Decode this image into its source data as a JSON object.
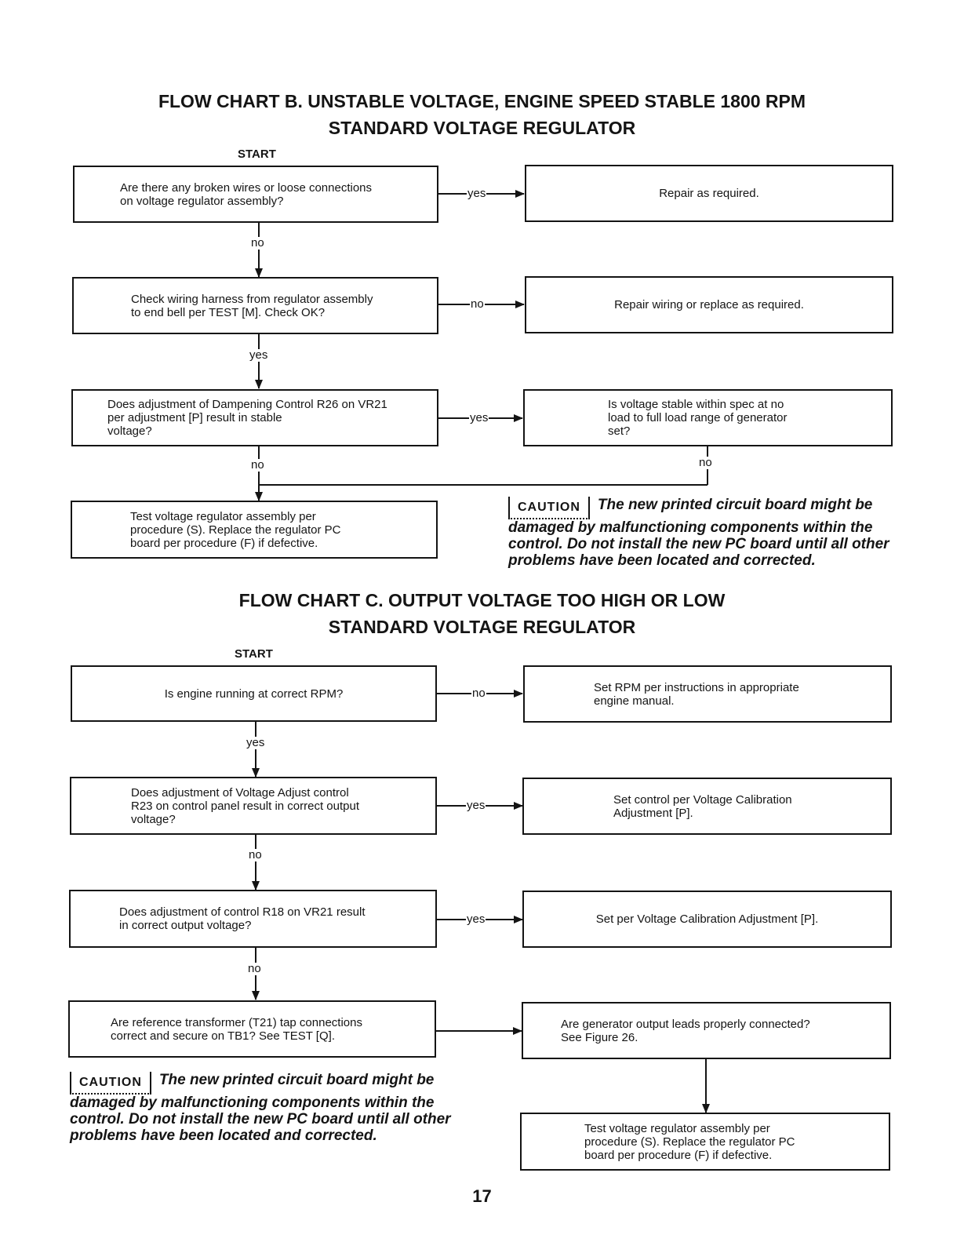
{
  "chart_b": {
    "title_line1": "FLOW CHART B. UNSTABLE VOLTAGE, ENGINE SPEED STABLE 1800 RPM",
    "title_line2": "STANDARD VOLTAGE REGULATOR",
    "start": "START",
    "q1": "Are there any broken wires or loose connections\non voltage regulator assembly?",
    "q1_yes": "yes",
    "a1": "Repair as required.",
    "q1_no": "no",
    "q2": "Check wiring harness from regulator assembly\nto end bell per TEST [M]. Check OK?",
    "q2_no": "no",
    "a2": "Repair wiring or replace as required.",
    "q2_yes": "yes",
    "q3": "Does adjustment of Dampening Control R26 on VR21\nper adjustment [P] result in stable\nvoltage?",
    "q3_yes": "yes",
    "q4": "Is voltage stable within spec at no\nload to full load range of generator\nset?",
    "q3_no": "no",
    "q4_no": "no",
    "final": "Test voltage regulator assembly per\nprocedure (S). Replace the regulator PC\nboard per procedure (F) if defective.",
    "caution_label": "CAUTION",
    "caution_text": "The new printed circuit board might be damaged by malfunctioning components within the control. Do not install the new PC board until all other problems have been located and corrected."
  },
  "chart_c": {
    "title_line1": "FLOW CHART C. OUTPUT VOLTAGE TOO HIGH OR LOW",
    "title_line2": "STANDARD VOLTAGE REGULATOR",
    "start": "START",
    "q1": "Is engine running at correct RPM?",
    "q1_no": "no",
    "a1": "Set RPM per instructions in appropriate\nengine manual.",
    "q1_yes": "yes",
    "q2": "Does adjustment of Voltage Adjust control\nR23 on control panel result in correct output\nvoltage?",
    "q2_yes": "yes",
    "a2": "Set control per Voltage Calibration\nAdjustment [P].",
    "q2_no": "no",
    "q3": "Does adjustment of control R18 on VR21 result\nin correct output voltage?",
    "q3_yes": "yes",
    "a3": "Set per Voltage Calibration Adjustment [P].",
    "q3_no": "no",
    "q4": "Are reference transformer (T21) tap connections\ncorrect and secure on TB1? See TEST [Q].",
    "q5": "Are generator output leads properly connected?\nSee Figure 26.",
    "final": "Test voltage regulator assembly per\nprocedure (S). Replace the regulator PC\nboard per procedure (F) if defective.",
    "caution_label": "CAUTION",
    "caution_text": "The new printed circuit board might be damaged by malfunctioning components within the control. Do not install the new PC board until all other problems have been located and corrected."
  },
  "page_number": "17"
}
